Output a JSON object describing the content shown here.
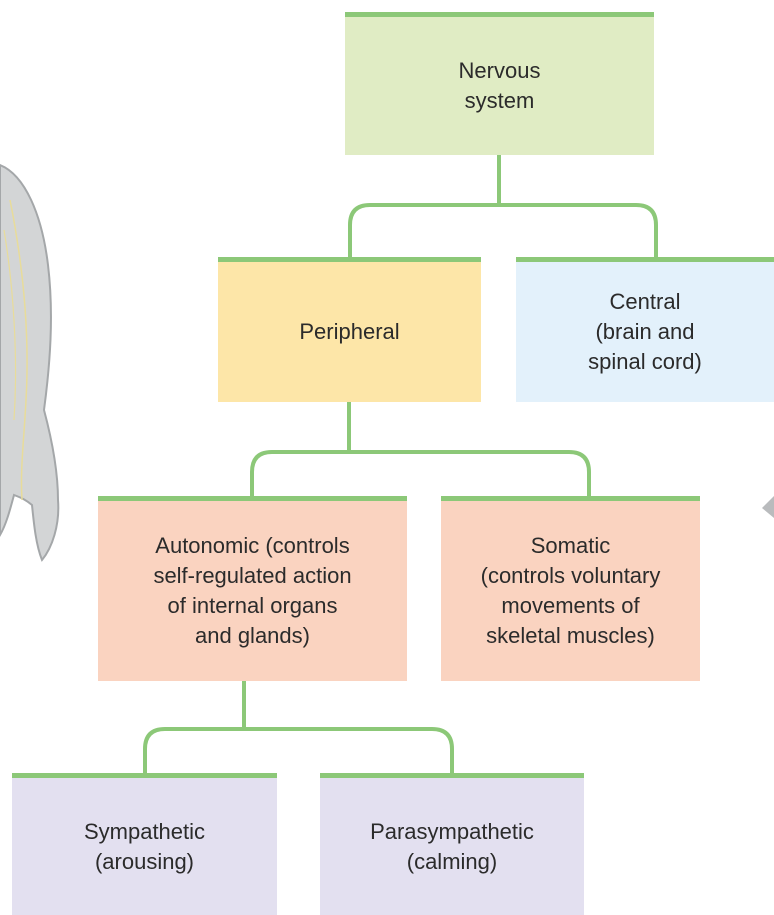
{
  "nodes": {
    "nervous_system": "Nervous\nsystem",
    "peripheral": "Peripheral",
    "central": "Central\n(brain and\nspinal cord)",
    "autonomic": "Autonomic (controls\nself-regulated action\nof internal organs\nand glands)",
    "somatic": "Somatic\n(controls voluntary\nmovements of\nskeletal muscles)",
    "sympathetic": "Sympathetic\n(arousing)",
    "parasympathetic": "Parasympathetic\n(calming)"
  },
  "colors": {
    "connector": "#8cc878",
    "nervous_system": "#e0ecc4",
    "peripheral": "#fde6a8",
    "central": "#e3f1fb",
    "autonomic_somatic": "#fad3c0",
    "sympathetic_parasympathetic": "#e3e0f0"
  }
}
